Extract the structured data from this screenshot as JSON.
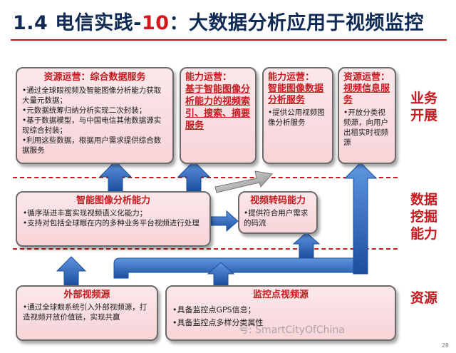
{
  "title": {
    "prefix": "1.4 电信实践-",
    "highlight": "10",
    "suffix": "：大数据分析应用于视频监控"
  },
  "rows": {
    "business": "业务\n开展",
    "mining": "数据\n挖掘\n能力",
    "source": "资源"
  },
  "boxes": {
    "resource_ops": {
      "title": "资源运营：综合数据服务",
      "lines": [
        "•通过全球眼视频及智能图像分析能力获取大量元数据；",
        "•元数据统筹归纳分析实现二次封装；",
        "•基于数据模型，与中国电信其他数据源实现综合封装；",
        "•利用这些数据，根据用户需求提供综合数据服务"
      ]
    },
    "capability_ops_a": {
      "title": "能力运营：",
      "subtitle": "基于智能图像分析能力的视频索引、搜索、摘要服务"
    },
    "capability_ops_b": {
      "title": "能力运营：",
      "subtitle": "智能图像数据分析服务",
      "lines": [
        "•提供公用视频图像分析服务"
      ]
    },
    "video_info": {
      "title": "资源运营：",
      "subtitle": "视频信息服务",
      "lines": [
        "•开放分类视频源，向用户出租实时视频源"
      ]
    },
    "image_analysis": {
      "title": "智能图像分析能力",
      "lines": [
        "•循序渐进丰富实现视频语义化能力；",
        "•支持对包括全球眼在内的多种业务平台视频进行处理"
      ]
    },
    "transcode": {
      "title": "视频转码能力",
      "lines": [
        "•提供符合用户需求的码流"
      ]
    },
    "external_source": {
      "title": "外部视频源",
      "lines": [
        "•通过全球眼系统引入外部视频源，打造视频开放价值链，实现共赢"
      ]
    },
    "monitor_source": {
      "title": "监控点视频源",
      "lines": [
        "•具备监控点GPS信息；",
        "•具备监控点多样分类属性"
      ]
    }
  },
  "watermark": "号: SmartCityOfChina",
  "page_number": "28",
  "colors": {
    "accent": "#c61a1f",
    "title": "#0f2a55",
    "arrow": "#1f5cb4"
  }
}
